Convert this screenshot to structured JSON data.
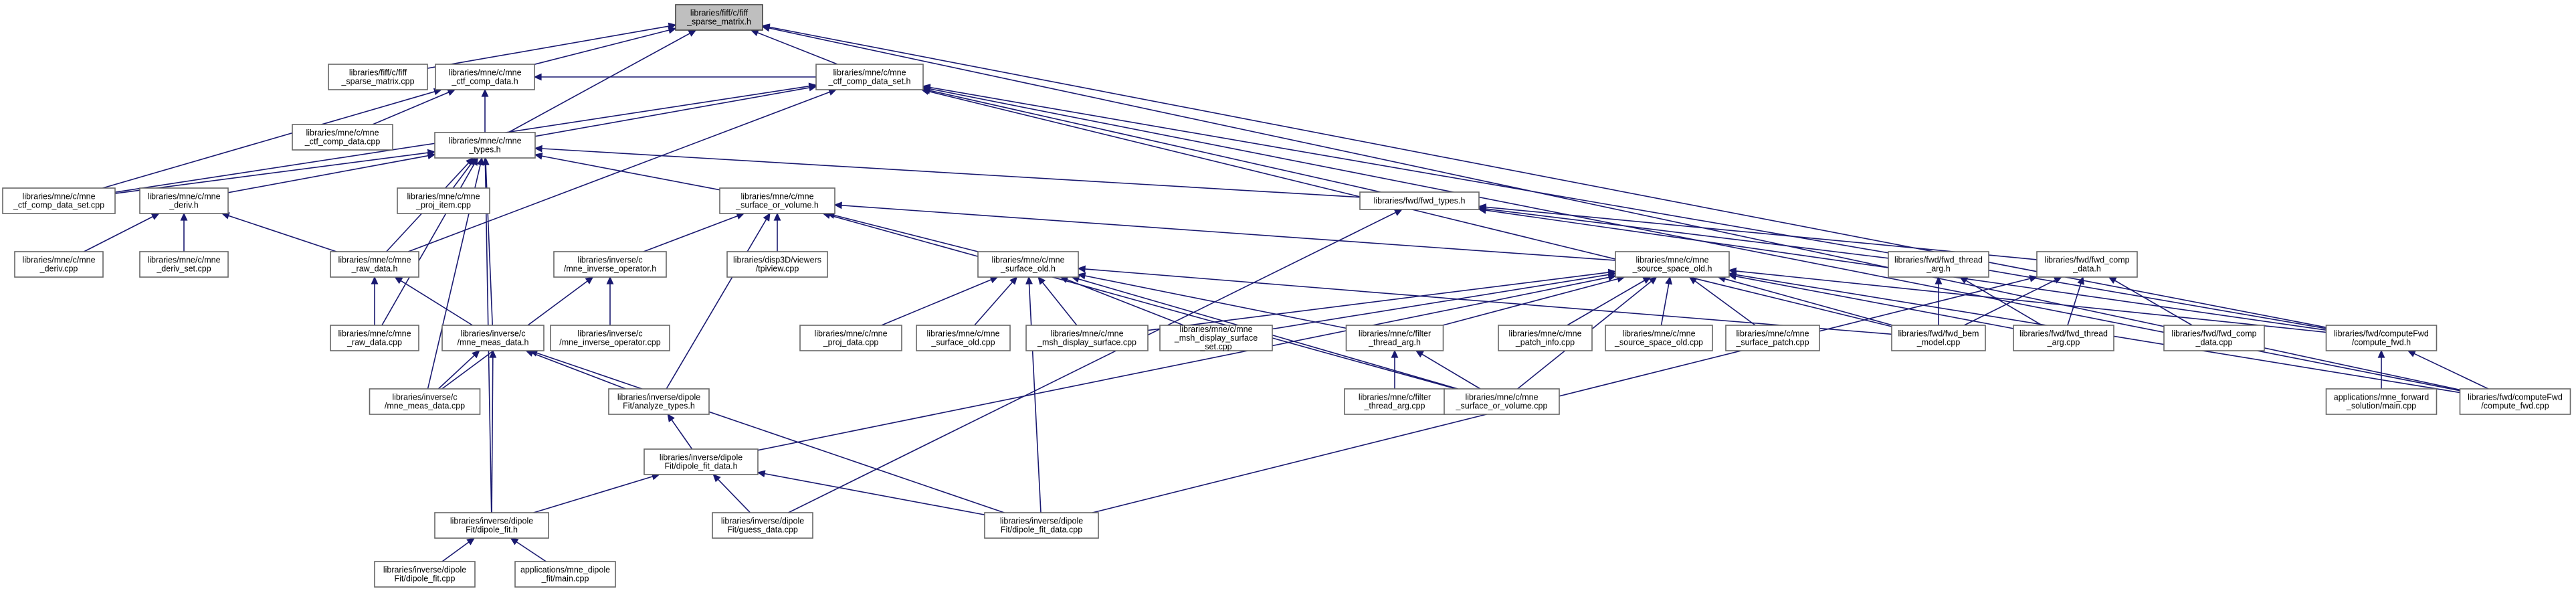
{
  "graph": {
    "nodes": [
      {
        "id": "n0",
        "lines": [
          "libraries/fiff/c/fiff",
          "_sparse_matrix.h"
        ],
        "root": true
      },
      {
        "id": "n1",
        "lines": [
          "libraries/fiff/c/fiff",
          "_sparse_matrix.cpp"
        ]
      },
      {
        "id": "n2",
        "lines": [
          "libraries/mne/c/mne",
          "_ctf_comp_data.h"
        ]
      },
      {
        "id": "n3",
        "lines": [
          "libraries/mne/c/mne",
          "_ctf_comp_data_set.h"
        ]
      },
      {
        "id": "n4",
        "lines": [
          "libraries/mne/c/mne",
          "_ctf_comp_data.cpp"
        ]
      },
      {
        "id": "n5",
        "lines": [
          "libraries/mne/c/mne",
          "_types.h"
        ]
      },
      {
        "id": "n6",
        "lines": [
          "libraries/mne/c/mne",
          "_ctf_comp_data_set.cpp"
        ]
      },
      {
        "id": "n7",
        "lines": [
          "libraries/mne/c/mne",
          "_deriv.h"
        ]
      },
      {
        "id": "n8",
        "lines": [
          "libraries/mne/c/mne",
          "_proj_item.cpp"
        ]
      },
      {
        "id": "n9",
        "lines": [
          "libraries/mne/c/mne",
          "_surface_or_volume.h"
        ]
      },
      {
        "id": "n10",
        "lines": [
          "libraries/fwd/fwd_types.h"
        ]
      },
      {
        "id": "n11",
        "lines": [
          "libraries/mne/c/mne",
          "_deriv.cpp"
        ]
      },
      {
        "id": "n12",
        "lines": [
          "libraries/mne/c/mne",
          "_deriv_set.cpp"
        ]
      },
      {
        "id": "n13",
        "lines": [
          "libraries/mne/c/mne",
          "_raw_data.h"
        ]
      },
      {
        "id": "n14",
        "lines": [
          "libraries/inverse/c",
          "/mne_inverse_operator.h"
        ]
      },
      {
        "id": "n15",
        "lines": [
          "libraries/disp3D/viewers",
          "/tpiview.cpp"
        ]
      },
      {
        "id": "n16",
        "lines": [
          "libraries/mne/c/mne",
          "_surface_old.h"
        ]
      },
      {
        "id": "n17",
        "lines": [
          "libraries/mne/c/mne",
          "_source_space_old.h"
        ]
      },
      {
        "id": "n18",
        "lines": [
          "libraries/fwd/fwd_thread",
          "_arg.h"
        ]
      },
      {
        "id": "n19",
        "lines": [
          "libraries/fwd/fwd_comp",
          "_data.h"
        ]
      },
      {
        "id": "n20",
        "lines": [
          "libraries/mne/c/mne",
          "_raw_data.cpp"
        ]
      },
      {
        "id": "n21",
        "lines": [
          "libraries/inverse/c",
          "/mne_meas_data.h"
        ]
      },
      {
        "id": "n22",
        "lines": [
          "libraries/inverse/c",
          "/mne_inverse_operator.cpp"
        ]
      },
      {
        "id": "n23",
        "lines": [
          "libraries/mne/c/mne",
          "_proj_data.cpp"
        ]
      },
      {
        "id": "n24",
        "lines": [
          "libraries/mne/c/mne",
          "_surface_old.cpp"
        ]
      },
      {
        "id": "n25",
        "lines": [
          "libraries/mne/c/mne",
          "_msh_display_surface.cpp"
        ]
      },
      {
        "id": "n26",
        "lines": [
          "libraries/mne/c/mne",
          "_msh_display_surface",
          "_set.cpp"
        ]
      },
      {
        "id": "n27",
        "lines": [
          "libraries/mne/c/filter",
          "_thread_arg.h"
        ]
      },
      {
        "id": "n28",
        "lines": [
          "libraries/mne/c/mne",
          "_patch_info.cpp"
        ]
      },
      {
        "id": "n29",
        "lines": [
          "libraries/mne/c/mne",
          "_source_space_old.cpp"
        ]
      },
      {
        "id": "n30",
        "lines": [
          "libraries/mne/c/mne",
          "_surface_patch.cpp"
        ]
      },
      {
        "id": "n31",
        "lines": [
          "libraries/fwd/fwd_bem",
          "_model.cpp"
        ]
      },
      {
        "id": "n32",
        "lines": [
          "libraries/fwd/fwd_thread",
          "_arg.cpp"
        ]
      },
      {
        "id": "n33",
        "lines": [
          "libraries/fwd/fwd_comp",
          "_data.cpp"
        ]
      },
      {
        "id": "n34",
        "lines": [
          "libraries/fwd/computeFwd",
          "/compute_fwd.h"
        ]
      },
      {
        "id": "n35",
        "lines": [
          "libraries/inverse/c",
          "/mne_meas_data.cpp"
        ]
      },
      {
        "id": "n36",
        "lines": [
          "libraries/inverse/dipole",
          "Fit/analyze_types.h"
        ]
      },
      {
        "id": "n37",
        "lines": [
          "libraries/mne/c/filter",
          "_thread_arg.cpp"
        ]
      },
      {
        "id": "n38",
        "lines": [
          "libraries/mne/c/mne",
          "_surface_or_volume.cpp"
        ]
      },
      {
        "id": "n39",
        "lines": [
          "applications/mne_forward",
          "_solution/main.cpp"
        ]
      },
      {
        "id": "n40",
        "lines": [
          "libraries/fwd/computeFwd",
          "/compute_fwd.cpp"
        ]
      },
      {
        "id": "n41",
        "lines": [
          "libraries/inverse/dipole",
          "Fit/dipole_fit_data.h"
        ]
      },
      {
        "id": "n42",
        "lines": [
          "libraries/inverse/dipole",
          "Fit/dipole_fit.h"
        ]
      },
      {
        "id": "n43",
        "lines": [
          "libraries/inverse/dipole",
          "Fit/guess_data.cpp"
        ]
      },
      {
        "id": "n44",
        "lines": [
          "libraries/inverse/dipole",
          "Fit/dipole_fit_data.cpp"
        ]
      },
      {
        "id": "n45",
        "lines": [
          "libraries/inverse/dipole",
          "Fit/dipole_fit.cpp"
        ]
      },
      {
        "id": "n46",
        "lines": [
          "applications/mne_dipole",
          "_fit/main.cpp"
        ]
      }
    ],
    "edges": [
      [
        "n1",
        "n0"
      ],
      [
        "n2",
        "n0"
      ],
      [
        "n3",
        "n0"
      ],
      [
        "n5",
        "n0"
      ],
      [
        "n34",
        "n0"
      ],
      [
        "n40",
        "n0"
      ],
      [
        "n4",
        "n2"
      ],
      [
        "n6",
        "n2"
      ],
      [
        "n5",
        "n2"
      ],
      [
        "n3",
        "n2"
      ],
      [
        "n5",
        "n3"
      ],
      [
        "n6",
        "n3"
      ],
      [
        "n10",
        "n3"
      ],
      [
        "n13",
        "n3"
      ],
      [
        "n31",
        "n3"
      ],
      [
        "n34",
        "n3"
      ],
      [
        "n40",
        "n3"
      ],
      [
        "n6",
        "n5"
      ],
      [
        "n7",
        "n5"
      ],
      [
        "n8",
        "n5"
      ],
      [
        "n9",
        "n5"
      ],
      [
        "n10",
        "n5"
      ],
      [
        "n13",
        "n5"
      ],
      [
        "n20",
        "n5"
      ],
      [
        "n21",
        "n5"
      ],
      [
        "n35",
        "n5"
      ],
      [
        "n42",
        "n5"
      ],
      [
        "n11",
        "n7"
      ],
      [
        "n12",
        "n7"
      ],
      [
        "n13",
        "n7"
      ],
      [
        "n14",
        "n9"
      ],
      [
        "n15",
        "n9"
      ],
      [
        "n16",
        "n9"
      ],
      [
        "n17",
        "n9"
      ],
      [
        "n36",
        "n9"
      ],
      [
        "n38",
        "n9"
      ],
      [
        "n18",
        "n10"
      ],
      [
        "n19",
        "n10"
      ],
      [
        "n34",
        "n10"
      ],
      [
        "n43",
        "n10"
      ],
      [
        "n20",
        "n13"
      ],
      [
        "n21",
        "n13"
      ],
      [
        "n22",
        "n14"
      ],
      [
        "n35",
        "n14"
      ],
      [
        "n23",
        "n16"
      ],
      [
        "n24",
        "n16"
      ],
      [
        "n25",
        "n16"
      ],
      [
        "n26",
        "n16"
      ],
      [
        "n27",
        "n16"
      ],
      [
        "n31",
        "n16"
      ],
      [
        "n38",
        "n16"
      ],
      [
        "n44",
        "n16"
      ],
      [
        "n25",
        "n17"
      ],
      [
        "n26",
        "n17"
      ],
      [
        "n27",
        "n17"
      ],
      [
        "n28",
        "n17"
      ],
      [
        "n29",
        "n17"
      ],
      [
        "n30",
        "n17"
      ],
      [
        "n31",
        "n17"
      ],
      [
        "n32",
        "n17"
      ],
      [
        "n34",
        "n17"
      ],
      [
        "n38",
        "n17"
      ],
      [
        "n40",
        "n17"
      ],
      [
        "n41",
        "n17"
      ],
      [
        "n31",
        "n18"
      ],
      [
        "n32",
        "n18"
      ],
      [
        "n31",
        "n19"
      ],
      [
        "n32",
        "n19"
      ],
      [
        "n33",
        "n19"
      ],
      [
        "n44",
        "n19"
      ],
      [
        "n35",
        "n21"
      ],
      [
        "n36",
        "n21"
      ],
      [
        "n42",
        "n21"
      ],
      [
        "n44",
        "n21"
      ],
      [
        "n37",
        "n27"
      ],
      [
        "n38",
        "n27"
      ],
      [
        "n39",
        "n34"
      ],
      [
        "n40",
        "n34"
      ],
      [
        "n41",
        "n36"
      ],
      [
        "n42",
        "n41"
      ],
      [
        "n43",
        "n41"
      ],
      [
        "n44",
        "n41"
      ],
      [
        "n45",
        "n42"
      ],
      [
        "n46",
        "n42"
      ]
    ]
  }
}
